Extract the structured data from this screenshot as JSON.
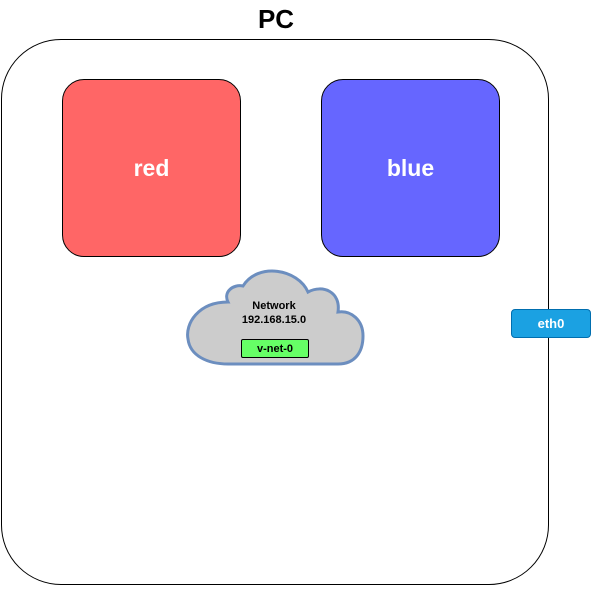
{
  "host": {
    "label": "PC"
  },
  "namespaces": [
    {
      "label": "red",
      "color": "#ff6666"
    },
    {
      "label": "blue",
      "color": "#6666ff"
    }
  ],
  "network": {
    "title": "Network",
    "subnet": "192.168.15.0",
    "bridge_label": "v-net-0",
    "bridge_color": "#66ff66",
    "cloud_fill": "#cccccc",
    "cloud_stroke": "#6c8ebf",
    "icon": "cloud-icon"
  },
  "interface": {
    "label": "eth0",
    "color": "#1ba1e2"
  }
}
